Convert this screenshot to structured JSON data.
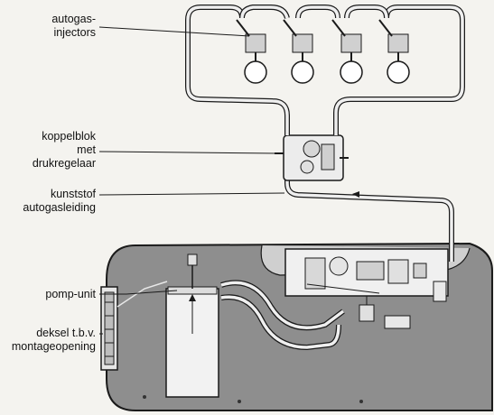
{
  "labels": {
    "injectors": [
      "autogas-",
      "injectors"
    ],
    "coupling_block": [
      "koppelblok",
      "met",
      "drukregelaar"
    ],
    "fuel_line": [
      "kunststof",
      "autogasleiding"
    ],
    "pump_unit": [
      "pomp-unit"
    ],
    "access_cover": [
      "deksel t.b.v.",
      "montageopening"
    ]
  },
  "colors": {
    "tank_fill": "#8e8e8e",
    "line": "#1a1a1a",
    "background": "#f4f3ef",
    "component_fill": "#f2f2f2"
  }
}
